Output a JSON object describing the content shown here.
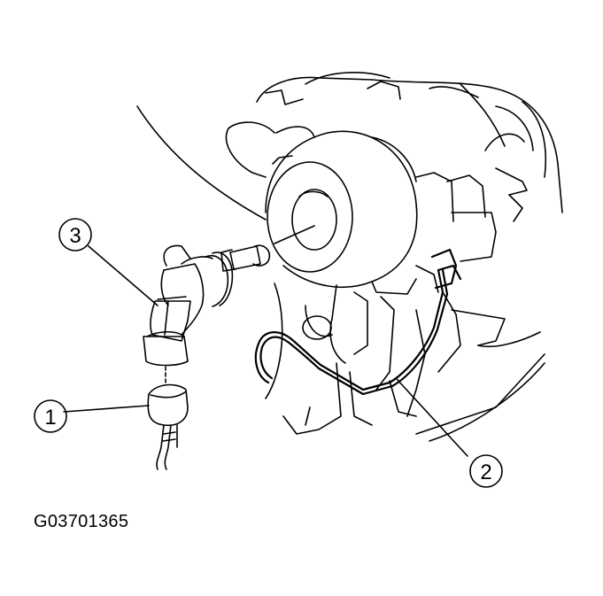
{
  "callouts": [
    {
      "id": "1",
      "label": "1"
    },
    {
      "id": "2",
      "label": "2"
    },
    {
      "id": "3",
      "label": "3"
    }
  ],
  "figure_code": "G03701365",
  "colors": {
    "line": "#000000",
    "background": "#ffffff"
  }
}
